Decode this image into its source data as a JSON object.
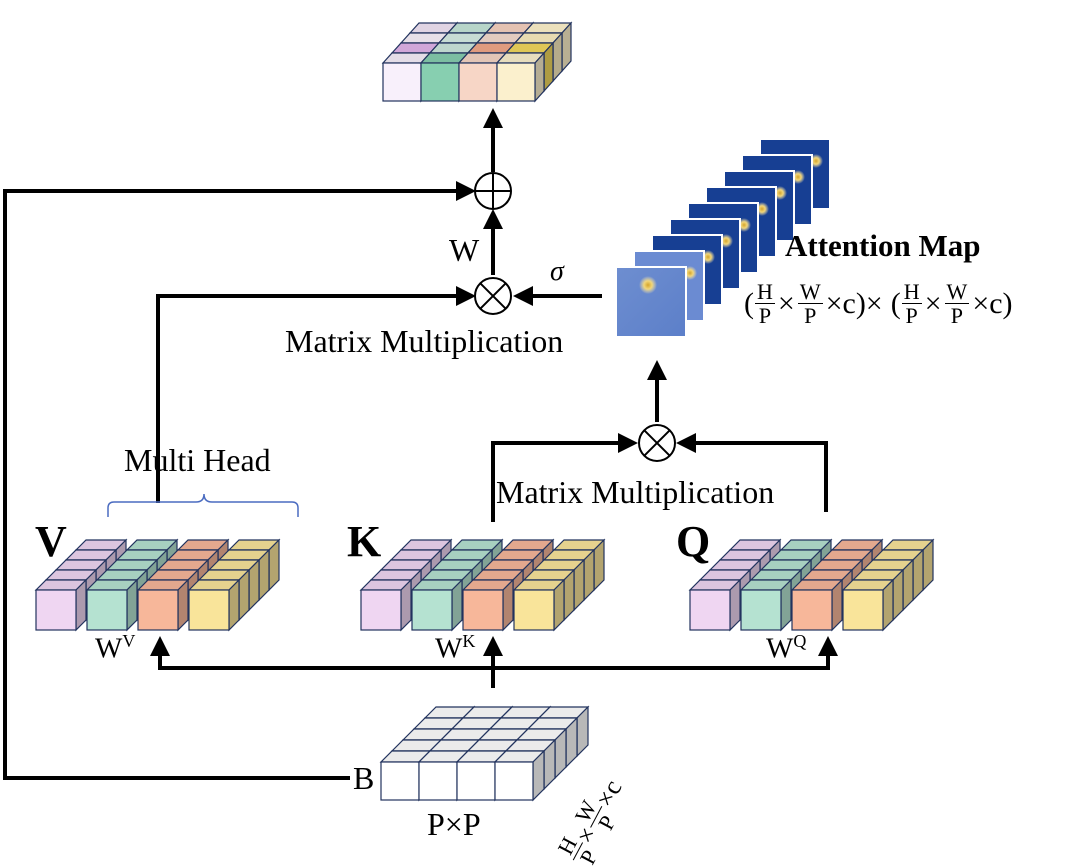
{
  "labels": {
    "attention_map": "Attention Map",
    "matmul_top": "Matrix Multiplication",
    "matmul_bottom": "Matrix Multiplication",
    "multi_head": "Multi Head",
    "w": "W",
    "sigma": "σ",
    "v": "V",
    "k": "K",
    "q": "Q",
    "wv_base": "W",
    "wv_sup": "V",
    "wk_base": "W",
    "wk_sup": "K",
    "wq_base": "W",
    "wq_sup": "Q",
    "b": "B",
    "pxp": "P×P"
  },
  "formula_attention": {
    "open1": "(",
    "h1": "H",
    "p1": "P",
    "x1": "×",
    "w1": "W",
    "p2": "P",
    "x2": "×c)×",
    "open2": "(",
    "h2": "H",
    "p3": "P",
    "x3": "×",
    "w2": "W",
    "p4": "P",
    "x4": "×c)"
  },
  "formula_input": {
    "h": "H",
    "p1": "P",
    "x1": "×",
    "w": "W",
    "p2": "P",
    "x2": "×c"
  },
  "colors": {
    "cube_edge": "#22335e",
    "pink": "#efd6f2",
    "teal": "#b5e2d1",
    "salmon": "#f7b79a",
    "yellow": "#f9e49a",
    "attention_dark": "#173f93"
  },
  "icons": [
    "circle-plus-icon",
    "circle-times-icon"
  ]
}
